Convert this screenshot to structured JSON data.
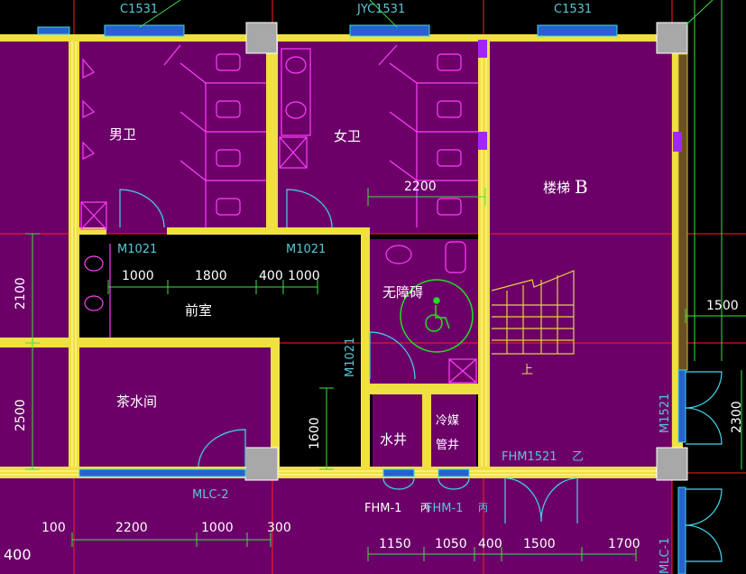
{
  "windows": {
    "top_left": "C1531",
    "top_mid": "JYC1531",
    "top_right": "C1531"
  },
  "rooms": {
    "mens": "男卫",
    "womens": "女卫",
    "stair": "楼梯",
    "stair_letter": "B",
    "anteroom": "前室",
    "accessible": "无障碍",
    "tea": "茶水间",
    "water_well": "水井",
    "pipe_well_1": "冷媒",
    "pipe_well_2": "管井",
    "up": "上"
  },
  "doors": {
    "m1021_a": "M1021",
    "m1021_b": "M1021",
    "m1021_c": "M1021",
    "mlc2": "MLC-2",
    "fhm1521": "FHM1521",
    "fhm1521_suffix": "乙",
    "fhm1_a": "FHM-1",
    "fhm1_a_suffix": "丙",
    "fhm1_b": "FHM-1",
    "fhm1_b_suffix": "丙",
    "m1521": "M1521",
    "mlc1": "MLC-1"
  },
  "dims": {
    "d2200_upper": "2200",
    "d1000_a": "1000",
    "d1800": "1800",
    "d400_a": "400",
    "d1000_b": "1000",
    "d2100": "2100",
    "d2500": "2500",
    "d1600": "1600",
    "d1500_right": "1500",
    "d2300": "2300",
    "d100": "100",
    "d2200_lower": "2200",
    "d1000_c": "1000",
    "d300": "300",
    "d400_left": "400",
    "d1150": "1150",
    "d1050": "1050",
    "d400_b": "400",
    "d1500_bottom": "1500",
    "d1700": "1700"
  },
  "colors": {
    "room_fill": "#6c0068",
    "wall_outer": "#f0e040",
    "wall_inner": "#fff8a0",
    "fixture": "#ff40ff",
    "door_arc": "#40d8e8",
    "dim_line": "#40e040",
    "axis_red": "#ff2020",
    "column": "#a8a8a8",
    "window_blue": "#2860d0"
  }
}
